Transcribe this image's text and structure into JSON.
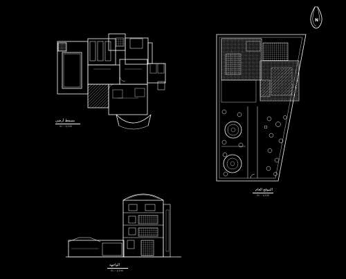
{
  "drawing": {
    "background": "#000000",
    "line_color": "#ffffff",
    "hatch_color": "#9a9a9a",
    "accent_color": "#d9d9d9"
  },
  "north_arrow": {
    "icon": "north-arrow-icon",
    "letter": "N"
  },
  "views": {
    "ground_plan": {
      "title": "مسقط أرضي",
      "scale": "SC : 1/100"
    },
    "site_plan": {
      "title": "الموقع العام",
      "scale": "SC : 1/100"
    },
    "elevation": {
      "title": "الواجهة",
      "scale": "SC : 1/100"
    }
  }
}
